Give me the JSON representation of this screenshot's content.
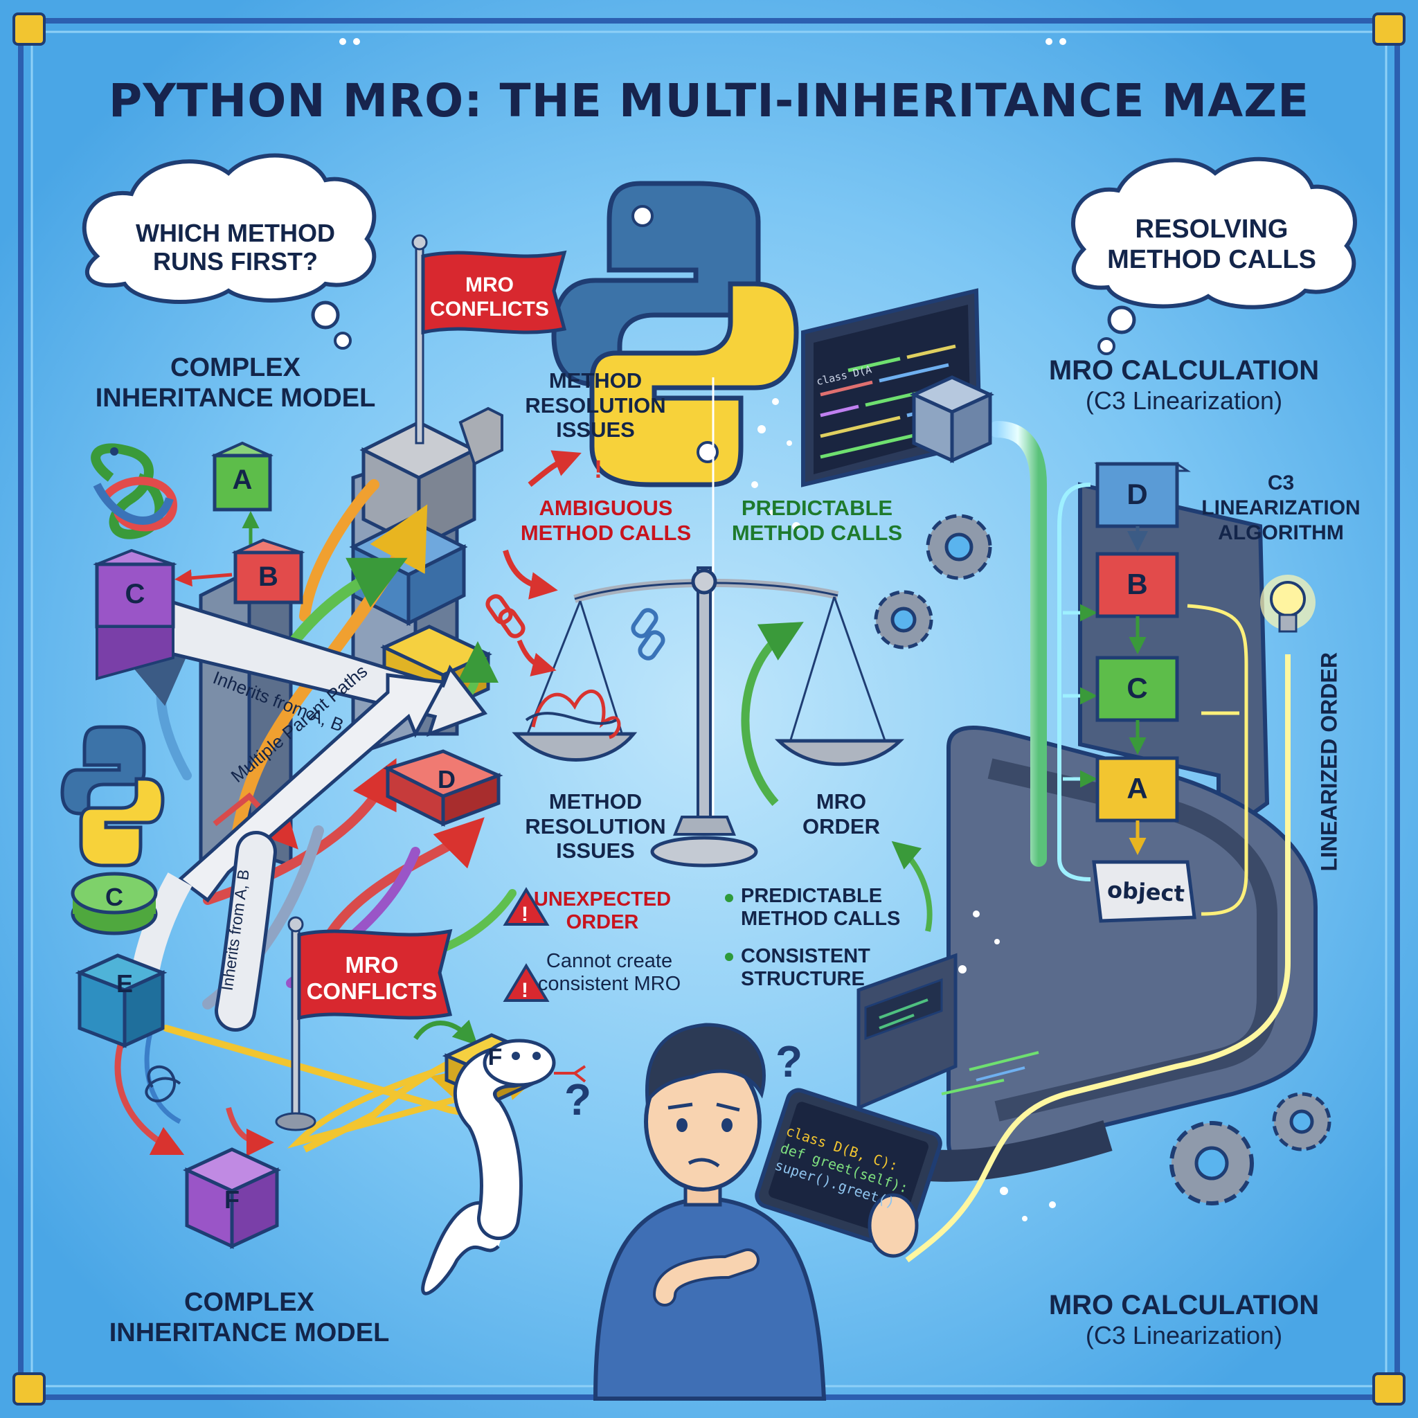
{
  "title": "PYTHON MRO: THE MULTI-INHERITANCE MAZE",
  "bubbles": {
    "left": {
      "line1": "WHICH METHOD",
      "line2": "RUNS FIRST?"
    },
    "right": {
      "line1": "RESOLVING",
      "line2": "METHOD CALLS"
    }
  },
  "sections": {
    "complex_top": {
      "line1": "COMPLEX",
      "line2": "INHERITANCE MODEL"
    },
    "complex_bottom": {
      "line1": "COMPLEX",
      "line2": "INHERITANCE MODEL"
    },
    "mro_calc_top": {
      "line1": "MRO CALCULATION",
      "line2": "(C3 Linearization)"
    },
    "mro_calc_bottom": {
      "line1": "MRO CALCULATION",
      "line2": "(C3 Linearization)"
    },
    "c3_algorithm": {
      "line1": "C3",
      "line2": "LINEARIZATION",
      "line3": "ALGORITHM"
    },
    "linearized_order": "LINEARIZED ORDER"
  },
  "flags": {
    "top": "MRO\nCONFLICTS",
    "bottom": "MRO\nCONFLICTS"
  },
  "maze_labels": {
    "inherits_top": "Inherits from A, B",
    "multiple_paths": "Multiple Parent Paths",
    "inherits_side": "Inherits from A, B"
  },
  "maze_blocks": {
    "A": "A",
    "B": "B",
    "C_top": "C",
    "D": "D",
    "C_disc": "C",
    "E": "E",
    "F_small": "F",
    "F_big": "F"
  },
  "center": {
    "issues_top": {
      "line1": "METHOD",
      "line2": "RESOLUTION",
      "line3": "ISSUES"
    },
    "ambiguous": {
      "line1": "AMBIGUOUS",
      "line2": "METHOD CALLS"
    },
    "predictable_top": {
      "line1": "PREDICTABLE",
      "line2": "METHOD CALLS"
    },
    "issues_bottom": {
      "line1": "METHOD",
      "line2": "RESOLUTION",
      "line3": "ISSUES"
    },
    "mro_order": {
      "line1": "MRO",
      "line2": "ORDER"
    },
    "unexpected": {
      "line1": "UNEXPECTED",
      "line2": "ORDER"
    },
    "cannot_create": {
      "line1": "Cannot create",
      "line2": "consistent MRO"
    },
    "predictable_bottom": {
      "line1": "PREDICTABLE",
      "line2": "METHOD CALLS"
    },
    "consistent": {
      "line1": "CONSISTENT",
      "line2": "STRUCTURE"
    }
  },
  "monitor_code": "class D(A",
  "mro_chain": [
    "D",
    "B",
    "C",
    "A",
    "object"
  ],
  "tablet_code": [
    "class D(B, C):",
    "def greet(self):",
    "super().greet()"
  ],
  "colors": {
    "background": "#5ab4ee",
    "border": "#2c5fb0",
    "block_green": "#5dbd4a",
    "block_red": "#e24b4b",
    "block_purple": "#9a55c7",
    "block_yellow": "#f2c530",
    "block_blue": "#5a9bd6",
    "block_teal": "#2e8fc1",
    "flag_red": "#d8282f"
  }
}
